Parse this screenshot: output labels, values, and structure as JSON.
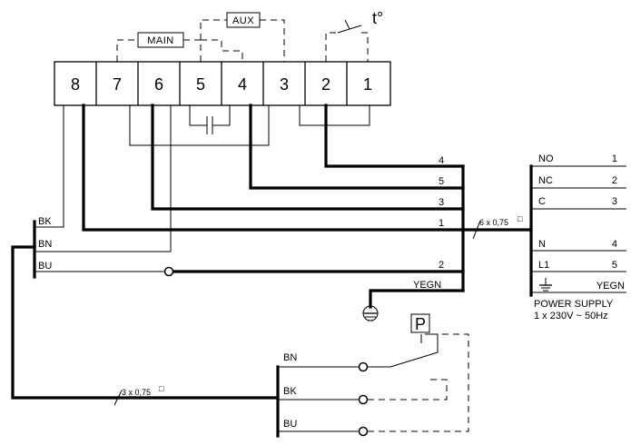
{
  "terminals": [
    "8",
    "7",
    "6",
    "5",
    "4",
    "3",
    "2",
    "1"
  ],
  "contacts": {
    "main": "MAIN",
    "aux": "AUX",
    "thermostat": "t°"
  },
  "wire_numbers": [
    "4",
    "5",
    "3",
    "1",
    "2"
  ],
  "earth_label": "YEGN",
  "motor_cable": {
    "colors": [
      "BK",
      "BN",
      "BU"
    ],
    "cable_spec": "3 x 0,75",
    "cable_unit": "□"
  },
  "main_cable": {
    "cable_spec": "6 x 0,75",
    "cable_unit": "□"
  },
  "output_terminals": [
    {
      "label": "NO",
      "num": "1"
    },
    {
      "label": "NC",
      "num": "2"
    },
    {
      "label": "C",
      "num": "3"
    },
    {
      "label": "N",
      "num": "4"
    },
    {
      "label": "L1",
      "num": "5"
    },
    {
      "label": "YEGN",
      "num": ""
    }
  ],
  "power_supply": {
    "title": "POWER SUPPLY",
    "spec": "1 x 230V ~ 50Hz"
  },
  "pressure_switch": {
    "label": "P",
    "wires": [
      "BN",
      "BK",
      "BU"
    ]
  }
}
